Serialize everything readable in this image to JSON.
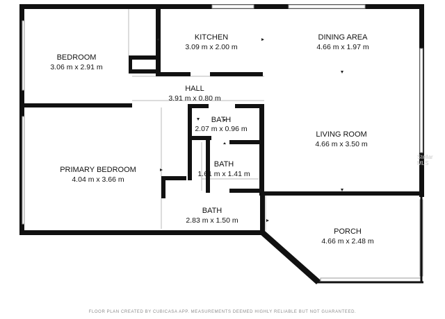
{
  "rooms": {
    "bedroom": {
      "name": "BEDROOM",
      "size": "3.06 m x 2.91 m"
    },
    "kitchen": {
      "name": "KITCHEN",
      "size": "3.09 m x 2.00 m"
    },
    "dining": {
      "name": "DINING AREA",
      "size": "4.66 m x 1.97 m"
    },
    "hall": {
      "name": "HALL",
      "size": "3.91 m x 0.80 m"
    },
    "bath1": {
      "name": "BATH",
      "size": "2.07 m x 0.96 m"
    },
    "bath2": {
      "name": "BATH",
      "size": "1.61 m x 1.41 m"
    },
    "bath3": {
      "name": "BATH",
      "size": "2.83 m x 1.50 m"
    },
    "living": {
      "name": "LIVING ROOM",
      "size": "4.66 m x 3.50 m"
    },
    "primary": {
      "name": "PRIMARY BEDROOM",
      "size": "4.04 m x 3.66 m"
    },
    "porch": {
      "name": "PORCH",
      "size": "4.66 m x 2.48 m"
    }
  },
  "footer": "FLOOR PLAN CREATED BY CUBICASA APP. MEASUREMENTS DEEMED HIGHLY RELIABLE BUT NOT GUARANTEED.",
  "watermark": "Stellar MLS"
}
